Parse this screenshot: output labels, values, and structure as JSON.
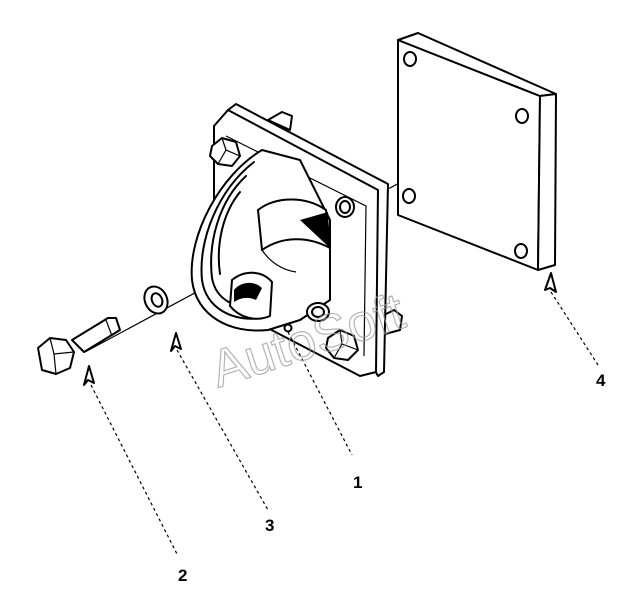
{
  "callouts": {
    "c1": "1",
    "c2": "2",
    "c3": "3",
    "c4": "4"
  },
  "watermark": "AutoSoft",
  "colors": {
    "ink": "#000000",
    "paper": "#ffffff",
    "watermark": "#9a9a9a"
  }
}
